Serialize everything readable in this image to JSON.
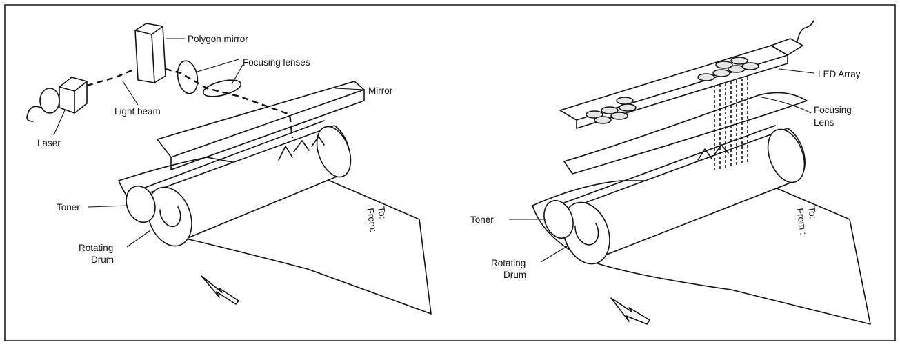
{
  "laser_diagram": {
    "labels": {
      "polygon_mirror": "Polygon mirror",
      "focusing_lenses": "Focusing lenses",
      "mirror": "Mirror",
      "light_beam": "Light beam",
      "laser": "Laser",
      "toner": "Toner",
      "rotating": "Rotating",
      "drum": "Drum",
      "paper_to": "To:",
      "paper_from": "From:"
    }
  },
  "led_diagram": {
    "labels": {
      "led_array": "LED Array",
      "focusing": "Focusing",
      "lens": "Lens",
      "toner": "Toner",
      "rotating": "Rotating",
      "drum": "Drum",
      "paper_to": "To:",
      "paper_from": "From :"
    }
  }
}
